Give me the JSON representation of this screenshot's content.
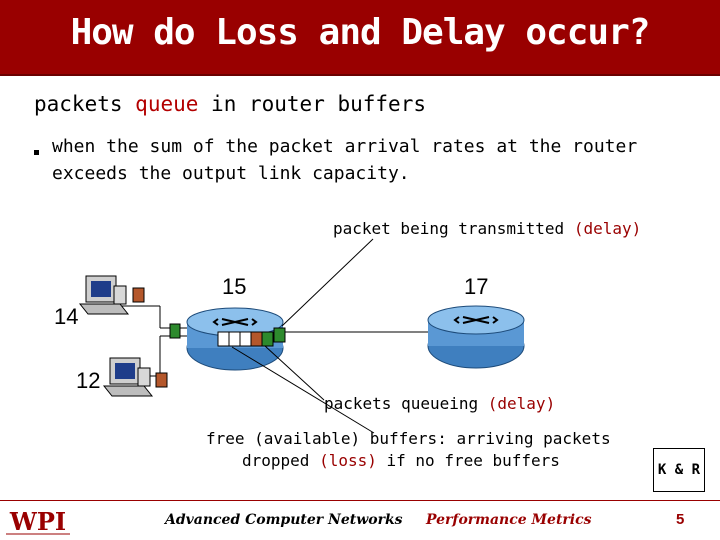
{
  "title": "How do Loss and Delay occur?",
  "bullet": {
    "prefix": "packets",
    "highlight": "queue",
    "suffix": "in router buffers"
  },
  "sub_bullet": "when the sum of the packet arrival rates at the router exceeds the output link capacity.",
  "labels": {
    "transmitted": {
      "text": "packet being transmitted",
      "paren": "(delay)"
    },
    "queueing": {
      "text": "packets queueing",
      "paren": "(delay)"
    },
    "free_line1": "free (available) buffers: arriving packets",
    "free_line2": {
      "pre": "dropped",
      "paren": "(loss)",
      "post": "if no free buffers"
    }
  },
  "node_numbers": {
    "n15": "15",
    "n17": "17",
    "n14": "14",
    "n12": "12"
  },
  "credit": "K & R",
  "footer": {
    "logo": "WPI",
    "course": "Advanced Computer Networks",
    "topic": "Performance Metrics",
    "page": "5"
  },
  "colors": {
    "title_bg": "#990000",
    "accent": "#990000",
    "router": "#4a89c8"
  },
  "icons": [
    "computer-icon",
    "router-icon",
    "packet-icon"
  ]
}
